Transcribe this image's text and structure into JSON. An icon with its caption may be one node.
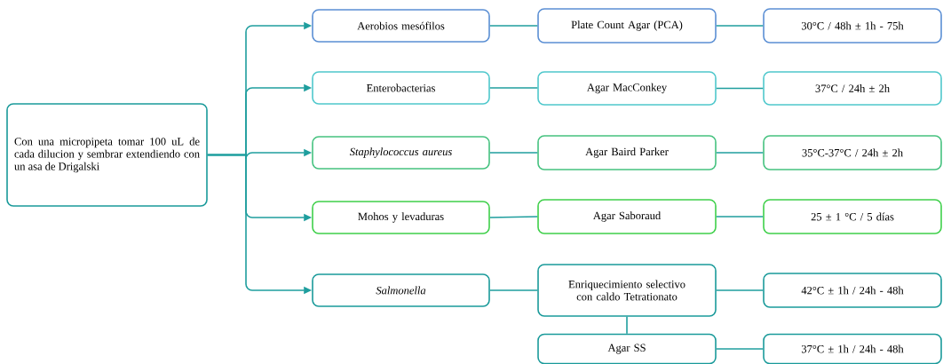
{
  "diagram": {
    "nodes": [
      {
        "text": [
          "Con una micropipeta tomar 100 uL de cada dilucion y sembrar extendiendo con un asa de Drigalski"
        ]
      },
      {
        "text": [
          "Aerobios mesófilos"
        ]
      },
      {
        "text": [
          "Plate Count Agar (PCA)"
        ]
      },
      {
        "text": [
          "30°C / 48h ± 1h - 75h"
        ]
      },
      {
        "text": [
          "Enterobacterias"
        ]
      },
      {
        "text": [
          "Agar MacConkey"
        ]
      },
      {
        "text": [
          "37°C / 24h ± 2h"
        ]
      },
      {
        "text": [
          "Staphylococcus aureus"
        ]
      },
      {
        "text": [
          "Agar Baird Parker"
        ]
      },
      {
        "text": [
          "35°C-37°C / 24h ± 2h"
        ]
      },
      {
        "text": [
          "Mohos y levaduras"
        ]
      },
      {
        "text": [
          "Agar Saboraud"
        ]
      },
      {
        "text": [
          "25 ± 1 °C / 5 días"
        ]
      },
      {
        "text": [
          "Salmonella"
        ]
      },
      {
        "text": [
          "Enriquecimiento selectivo con caldo Tetrationato"
        ]
      },
      {
        "text": [
          "42°C ± 1h / 24h - 48h"
        ]
      },
      {
        "text": [
          "Agar SS"
        ]
      },
      {
        "text": [
          "37°C ± 1h / 24h - 48h"
        ]
      }
    ],
    "edges": [
      {
        "from": 0,
        "to": 1,
        "arrow": "to"
      },
      {
        "from": 0,
        "to": 4,
        "arrow": "to"
      },
      {
        "from": 0,
        "to": 7,
        "arrow": "to"
      },
      {
        "from": 0,
        "to": 10,
        "arrow": "to"
      },
      {
        "from": 0,
        "to": 13,
        "arrow": "to"
      },
      {
        "from": 1,
        "to": 2,
        "arrow": "none"
      },
      {
        "from": 2,
        "to": 3,
        "arrow": "none"
      },
      {
        "from": 4,
        "to": 5,
        "arrow": "none"
      },
      {
        "from": 5,
        "to": 6,
        "arrow": "none"
      },
      {
        "from": 7,
        "to": 8,
        "arrow": "none"
      },
      {
        "from": 8,
        "to": 9,
        "arrow": "none"
      },
      {
        "from": 10,
        "to": 11,
        "arrow": "none"
      },
      {
        "from": 11,
        "to": 12,
        "arrow": "none"
      },
      {
        "from": 13,
        "to": 14,
        "arrow": "none"
      },
      {
        "from": 14,
        "to": 15,
        "arrow": "none"
      },
      {
        "from": 14,
        "to": 16,
        "arrow": "none"
      },
      {
        "from": 16,
        "to": 17,
        "arrow": "none"
      }
    ]
  }
}
